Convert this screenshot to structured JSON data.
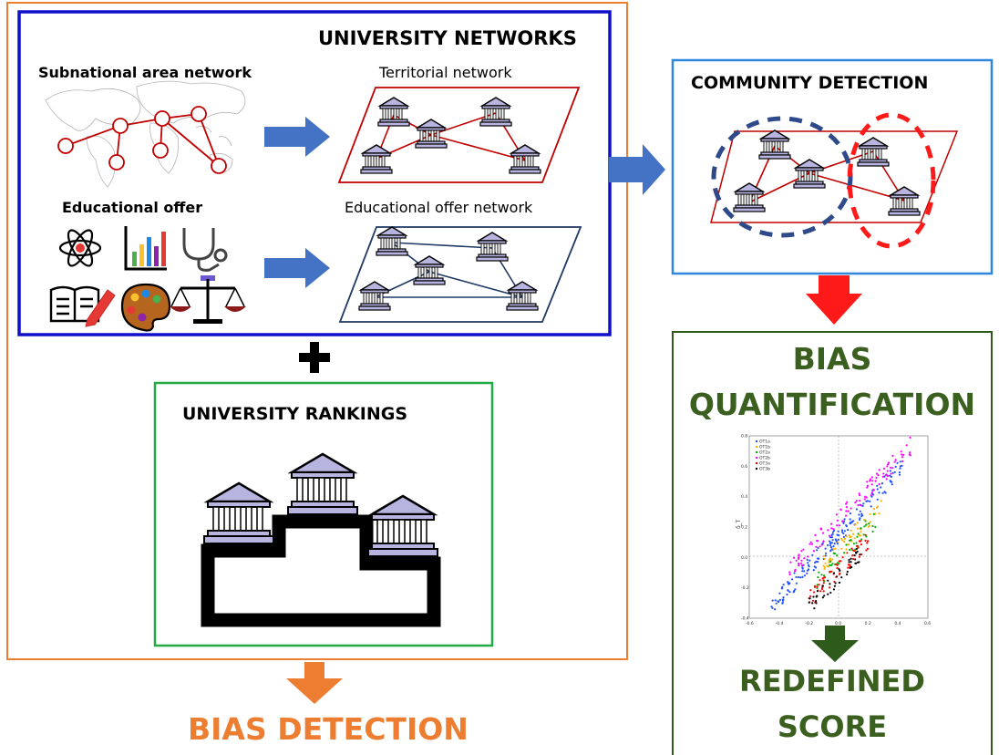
{
  "networks": {
    "title": "UNIVERSITY NETWORKS",
    "subnational_label": "Subnational area network",
    "territorial_label": "Territorial network",
    "educational_offer_label": "Educational offer",
    "educational_network_label": "Educational offer network"
  },
  "rankings": {
    "title": "UNIVERSITY RANKINGS"
  },
  "community": {
    "title": "COMMUNITY DETECTION"
  },
  "bias_quant": {
    "title_line1": "BIAS",
    "title_line2": "QUANTIFICATION"
  },
  "redefined": {
    "line1": "REDEFINED",
    "line2": "SCORE"
  },
  "bias_detection": {
    "title": "BIAS DETECTION"
  },
  "colors": {
    "outer_border": "#ED7D31",
    "networks_border": "#1010CC",
    "rankings_border": "#22AA44",
    "community_border": "#2E86DE",
    "bias_border": "#2E5A1C",
    "green_text": "#3A5F1E",
    "orange_text": "#ED7D31",
    "blue_arrow": "#4472C4",
    "red_arrow": "#FF1A1A",
    "red_net": "#C00000",
    "navy_net": "#1F3864"
  },
  "chart_data": {
    "type": "scatter",
    "legend": [
      "OT1a",
      "OT1b",
      "OT2a",
      "OT2b",
      "OT3a",
      "OT3b"
    ],
    "ylabel": "δ_T",
    "xlim": [
      -0.6,
      0.6
    ],
    "ylim": [
      -0.4,
      0.8
    ],
    "x_ticks": [
      "-0.6",
      "-0.4",
      "-0.2",
      "0.0",
      "0.2",
      "0.4",
      "0.6"
    ],
    "y_ticks": [
      "0.8",
      "0.6",
      "0.4",
      "0.2",
      "0.0",
      "-0.2",
      "-0.4"
    ],
    "legend_placement": "top-left"
  }
}
